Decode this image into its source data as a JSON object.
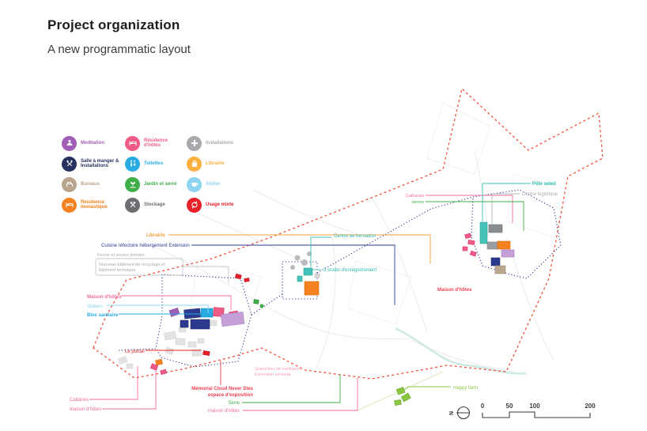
{
  "header": {
    "title": "Project organization",
    "subtitle": "A new programmatic layout"
  },
  "legend": {
    "items": [
      {
        "label": "Meditation",
        "icon": "meditation-icon",
        "color": "#a05fb4"
      },
      {
        "label": "Résidence d'hôtes",
        "icon": "bed-icon",
        "color": "#ef5b87"
      },
      {
        "label": "Installations",
        "icon": "plus-icon",
        "color": "#a7a9ac"
      },
      {
        "label": "Salle à manger & Installations",
        "icon": "utensils-icon",
        "color": "#25315e"
      },
      {
        "label": "Toilettes",
        "icon": "toilets-icon",
        "color": "#29abe2"
      },
      {
        "label": "Librairie",
        "icon": "bag-icon",
        "color": "#fbb040"
      },
      {
        "label": "Bureaux",
        "icon": "desk-icon",
        "color": "#b9a48e"
      },
      {
        "label": "Jardin et serre",
        "icon": "garden-icon",
        "color": "#3fae49"
      },
      {
        "label": "Atelier",
        "icon": "craft-icon",
        "color": "#8dd4f0"
      },
      {
        "label": "Résidence monastique",
        "icon": "bed-icon",
        "color": "#f58220"
      },
      {
        "label": "Stockage",
        "icon": "tools-icon",
        "color": "#6d6e71"
      },
      {
        "label": "Usage mixte",
        "icon": "recycle-icon",
        "color": "#e6212a"
      }
    ]
  },
  "map": {
    "labels": {
      "librairie": "Librairie",
      "cuisine": "Cuisine réfectoire hébergement Extension",
      "ferme": "Ferme et ancien dortoirs",
      "recyclage_1": "Nouveau bâtiment de recyclage et",
      "recyclage_2": "bâtiment technique",
      "maison_hotes_1": "Maison d'hôtes",
      "ateliers": "Ateliers",
      "bloc_sanitaire": "Bloc sanitaire",
      "le_portail": "Le portail",
      "cabanes": "Cabanes",
      "maison_hotes_2": "maison d'hôtes",
      "memorial_1": "Mémorial Cloud Never Dies",
      "memorial_2": "espace d'exposition",
      "serre": "Serre",
      "maison_hotes_3": "maison d'hôtes",
      "grand_lieu_1": "Grand lieu de méditation",
      "grand_lieu_2": "Extension véranda",
      "centre_formation": "Centre de formation",
      "studio": "3 studio d'enregistrement",
      "catharsis": "Catharsis",
      "serres": "serres",
      "pole_soleil": "Pôle soleil",
      "centre_logistique": "Centre logistique",
      "maison_hotes_4": "Maison d'hôtes",
      "happy_farm": "Happy farm"
    },
    "boundary_color": "#f0523c",
    "cluster_outline_color": "#2b3a8f"
  },
  "scalebar": {
    "ticks": [
      "0",
      "50",
      "100",
      "200"
    ]
  },
  "compass": {
    "letter": "N"
  }
}
